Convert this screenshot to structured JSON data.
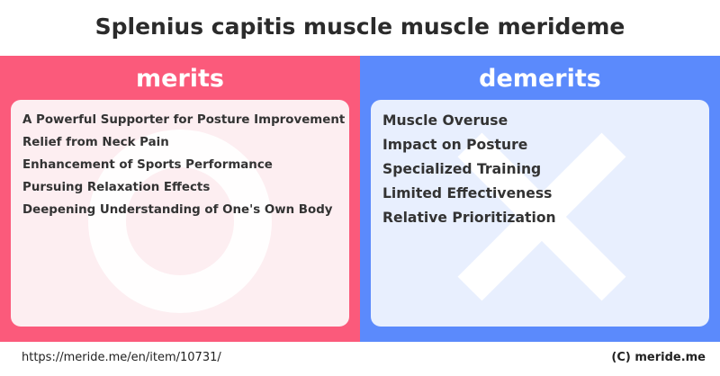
{
  "title": "Splenius capitis muscle muscle merideme",
  "merits": {
    "heading": "merits",
    "color": "#fb5a7b",
    "card_color": "#fdeef1",
    "icon": "circle-icon",
    "items": [
      "A Powerful Supporter for Posture Improvement",
      "Relief from Neck Pain",
      "Enhancement of Sports Performance",
      "Pursuing Relaxation Effects",
      "Deepening Understanding of One's Own Body"
    ]
  },
  "demerits": {
    "heading": "demerits",
    "color": "#5b8afc",
    "card_color": "#e8effe",
    "icon": "cross-icon",
    "items": [
      "Muscle Overuse",
      "Impact on Posture",
      "Specialized Training",
      "Limited Effectiveness",
      "Relative Prioritization"
    ]
  },
  "footer": {
    "url": "https://meride.me/en/item/10731/",
    "copyright": "(C) meride.me"
  }
}
